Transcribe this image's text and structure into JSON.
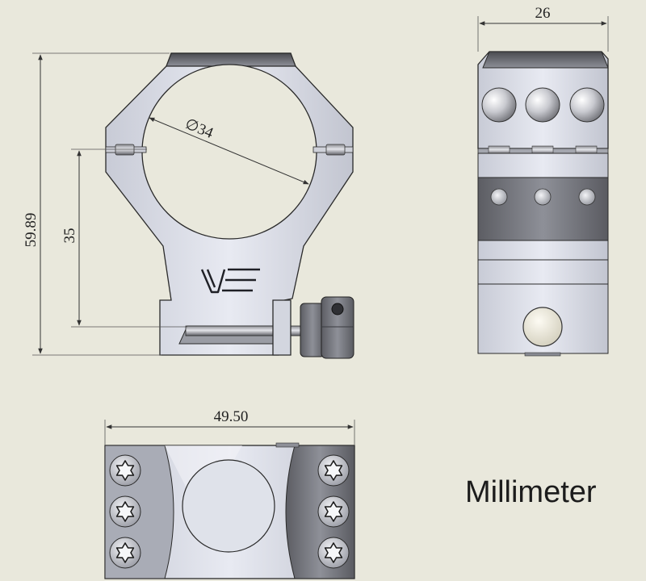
{
  "dimensions": {
    "ring_height": "59.89",
    "center_height": "35",
    "tube_diameter": "∅34",
    "ring_width": "26",
    "base_length": "49.50"
  },
  "units": "Millimeter",
  "logo": "VE",
  "colors": {
    "background": "#e9e8dc",
    "metal_light": "#dfe2ec",
    "metal_mid": "#b9bcc8",
    "metal_dark": "#77787f",
    "outline": "#2a2a2a"
  }
}
